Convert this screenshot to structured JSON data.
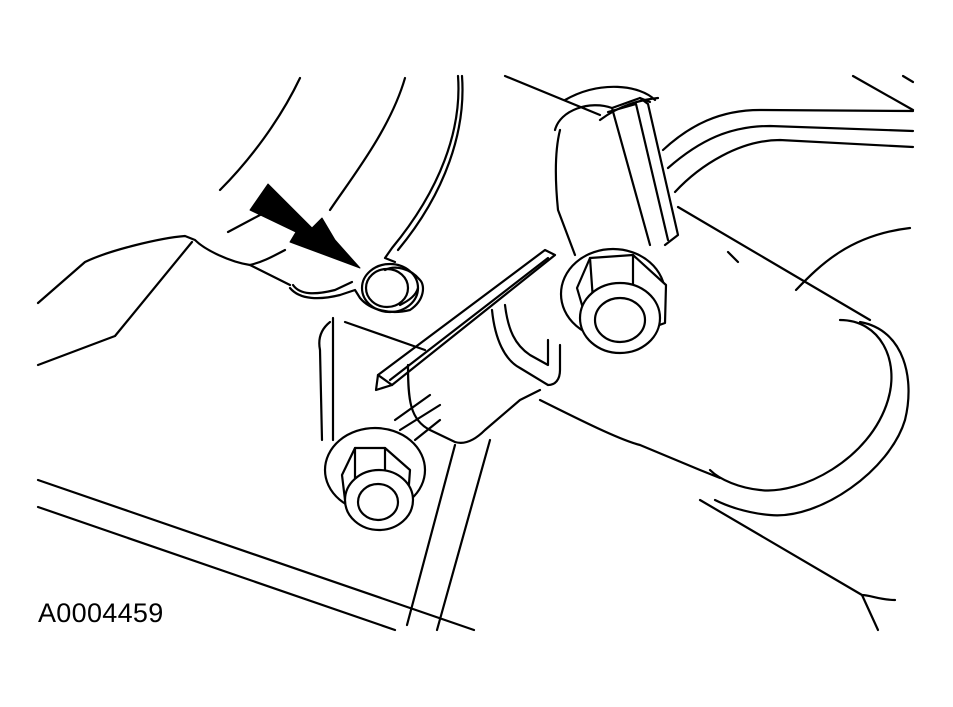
{
  "figure": {
    "id_label": "A0004459",
    "description": "Line illustration of a bracket fastened with two flanged hex nuts; black arrow points to a locating hole/dowel",
    "colors": {
      "line": "#000000",
      "background": "#ffffff",
      "arrow": "#000000"
    },
    "callouts": [
      {
        "type": "arrow",
        "points_to": "locating-hole",
        "icon": "arrow-icon"
      }
    ],
    "components": [
      {
        "name": "flange-nut-upper"
      },
      {
        "name": "flange-nut-lower"
      },
      {
        "name": "mounting-bracket"
      },
      {
        "name": "locating-hole"
      },
      {
        "name": "cylindrical-housing"
      },
      {
        "name": "tube-lines"
      }
    ]
  }
}
